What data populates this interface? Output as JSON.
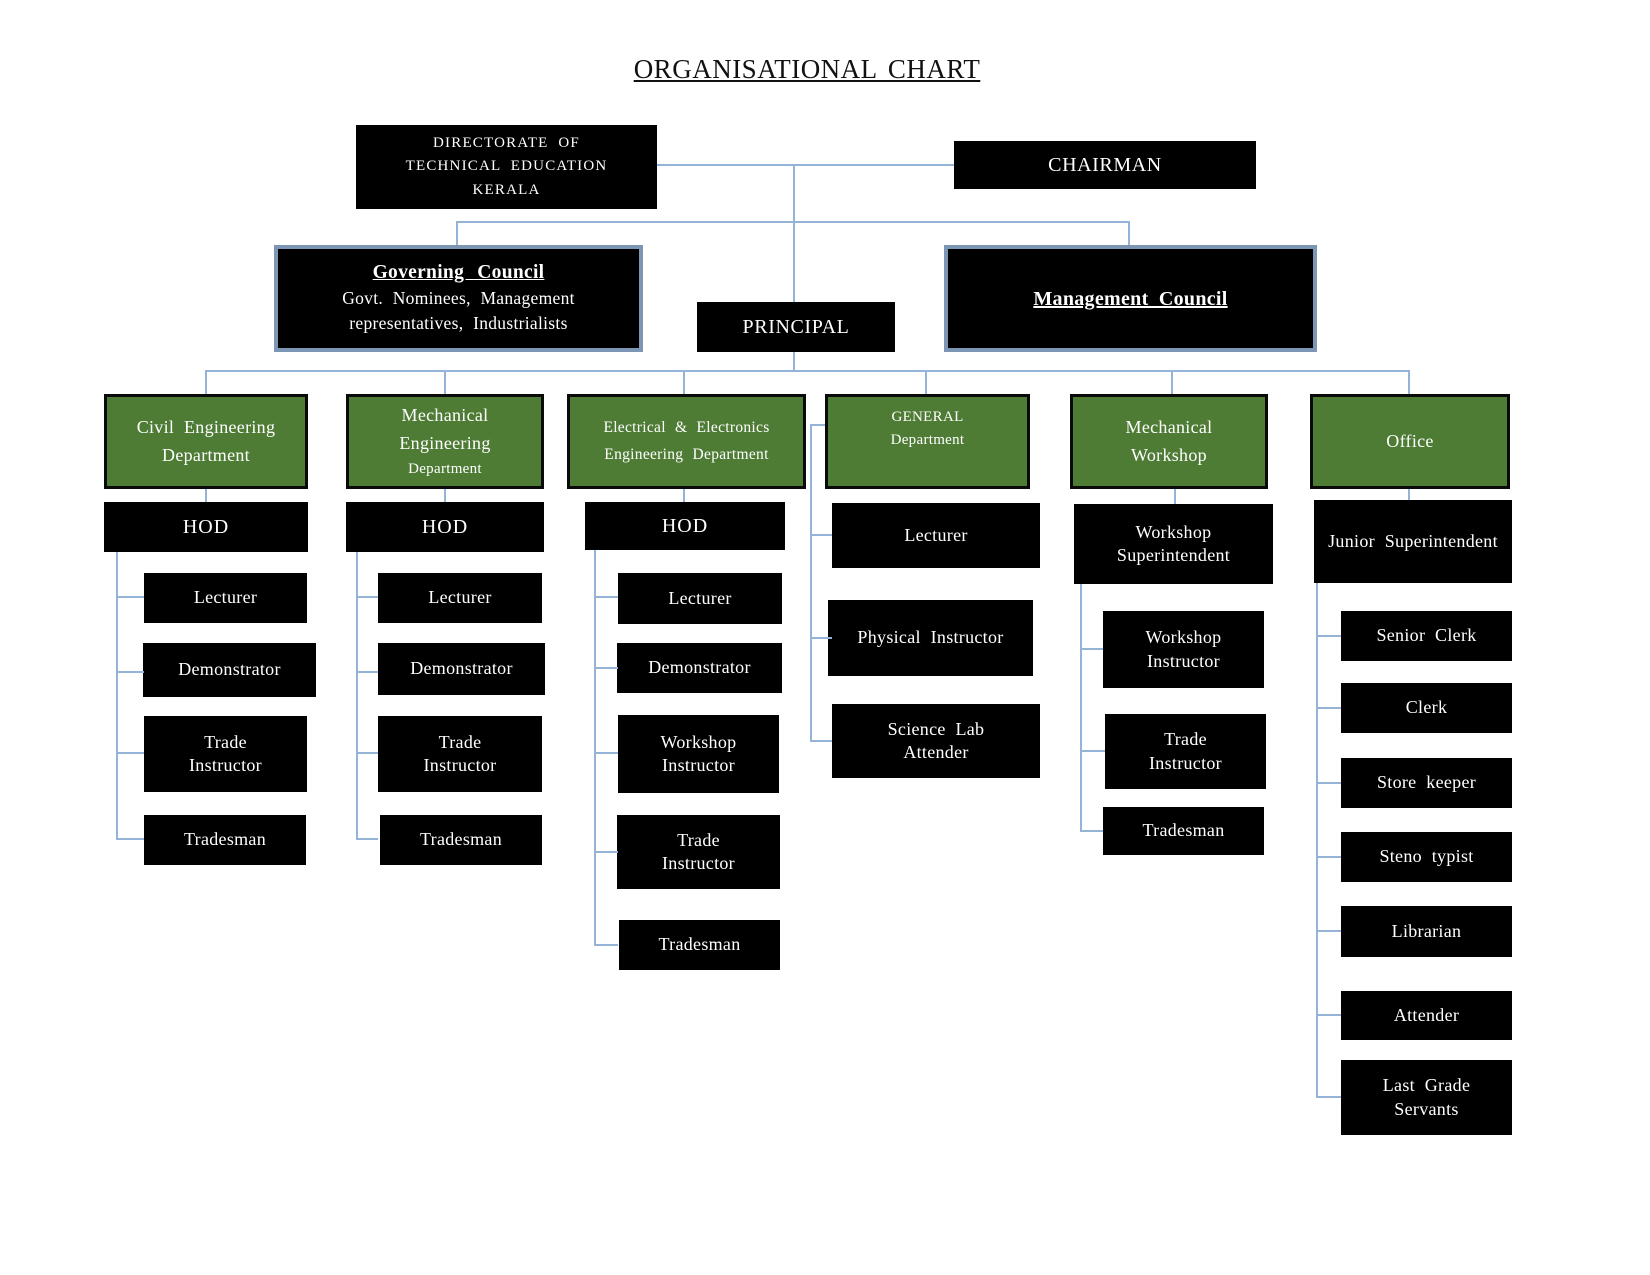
{
  "title": "ORGANISATIONAL CHART",
  "colors": {
    "green": "#4e7c35",
    "line": "#95b3d7",
    "council_border": "#7e96b6"
  },
  "top_row": {
    "directorate_lines": [
      "DIRECTORATE OF",
      "TECHNICAL EDUCATION",
      "KERALA"
    ],
    "chairman": "CHAIRMAN"
  },
  "second_row": {
    "governing_council": {
      "title": "Governing Council",
      "body": "Govt. Nominees, Management representatives, Industrialists"
    },
    "principal": "PRINCIPAL",
    "management_council": "Management Council"
  },
  "departments": {
    "civil": {
      "lines": [
        "Civil Engineering",
        "Department"
      ],
      "hod": "HOD",
      "roles": [
        "Lecturer",
        "Demonstrator",
        "Trade Instructor",
        "Tradesman"
      ]
    },
    "mechanical": {
      "lines": [
        "Mechanical",
        "Engineering",
        "Department"
      ],
      "hod": "HOD",
      "roles": [
        "Lecturer",
        "Demonstrator",
        "Trade Instructor",
        "Tradesman"
      ]
    },
    "electrical": {
      "lines": [
        "Electrical & Electronics",
        "Engineering Department"
      ],
      "hod": "HOD",
      "roles": [
        "Lecturer",
        "Demonstrator",
        "Workshop Instructor",
        "Trade Instructor",
        "Tradesman"
      ]
    },
    "general": {
      "lines": [
        "GENERAL",
        "Department"
      ],
      "roles": [
        "Lecturer",
        "Physical Instructor",
        "Science Lab Attender"
      ]
    },
    "mechanical_workshop": {
      "lines": [
        "Mechanical",
        "Workshop"
      ],
      "head": "Workshop Superintendent",
      "roles": [
        "Workshop Instructor",
        "Trade Instructor",
        "Tradesman"
      ]
    },
    "office": {
      "lines": [
        "Office"
      ],
      "head": "Junior Superintendent",
      "roles": [
        "Senior Clerk",
        "Clerk",
        "Store keeper",
        "Steno typist",
        "Librarian",
        "Attender",
        "Last Grade Servants"
      ]
    }
  }
}
